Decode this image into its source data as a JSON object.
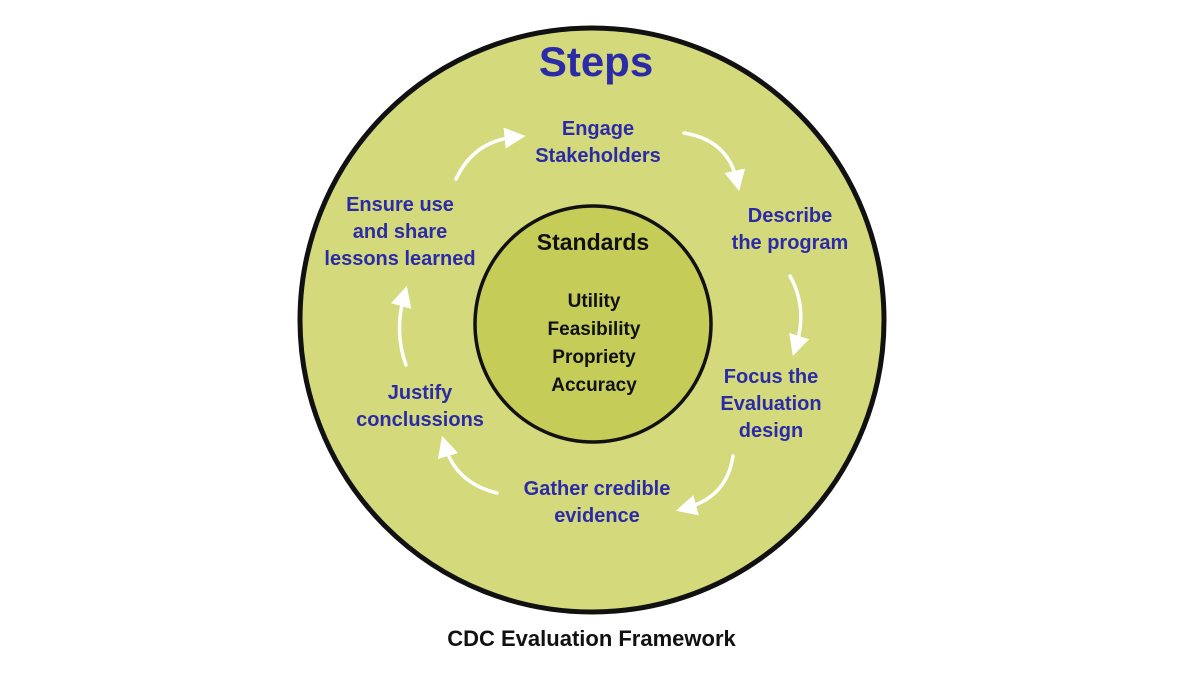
{
  "diagram": {
    "title": "Steps",
    "steps": [
      {
        "id": "engage",
        "lines": [
          "Engage",
          "Stakeholders"
        ]
      },
      {
        "id": "describe",
        "lines": [
          "Describe",
          "the program"
        ]
      },
      {
        "id": "focus",
        "lines": [
          "Focus the",
          "Evaluation",
          "design"
        ]
      },
      {
        "id": "gather",
        "lines": [
          "Gather credible",
          "evidence"
        ]
      },
      {
        "id": "justify",
        "lines": [
          "Justify",
          "conclussions"
        ]
      },
      {
        "id": "ensure",
        "lines": [
          "Ensure use",
          "and share",
          "lessons learned"
        ]
      }
    ],
    "center": {
      "title": "Standards",
      "items": [
        "Utility",
        "Feasibility",
        "Propriety",
        "Accuracy"
      ]
    },
    "colors": {
      "outer_ring": "#d4d97c",
      "inner_circle": "#c5cc58",
      "outline": "#111111",
      "step_text": "#2b2ba8",
      "arrows": "#ffffff"
    }
  },
  "caption": "CDC Evaluation Framework"
}
